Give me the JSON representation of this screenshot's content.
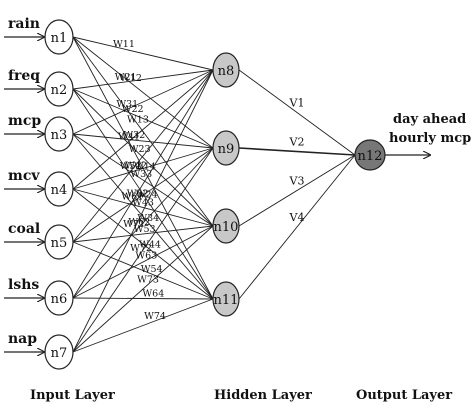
{
  "input_labels": [
    "rain",
    "freq",
    "mcp",
    "mcv",
    "coal",
    "lshs",
    "nap"
  ],
  "input_nodes": [
    "n1",
    "n2",
    "n3",
    "n4",
    "n5",
    "n6",
    "n7"
  ],
  "hidden_nodes": [
    "n8",
    "n9",
    "n10",
    "n11"
  ],
  "output_node": "n12",
  "output_label_lines": [
    "day ahead",
    "hourly mcp"
  ],
  "layers": {
    "input": "Input Layer",
    "hidden": "Hidden Layer",
    "output": "Output Layer"
  },
  "weights_input_hidden": [
    {
      "label": "W11",
      "from": 1,
      "to": 8
    },
    {
      "label": "W12",
      "from": 1,
      "to": 9
    },
    {
      "label": "W13",
      "from": 1,
      "to": 10
    },
    {
      "label": "W14",
      "from": 1,
      "to": 11
    },
    {
      "label": "W21",
      "from": 2,
      "to": 8
    },
    {
      "label": "W22",
      "from": 2,
      "to": 9
    },
    {
      "label": "W23",
      "from": 2,
      "to": 10
    },
    {
      "label": "W24",
      "from": 2,
      "to": 11
    },
    {
      "label": "W31",
      "from": 3,
      "to": 8
    },
    {
      "label": "W32",
      "from": 3,
      "to": 9
    },
    {
      "label": "W33",
      "from": 3,
      "to": 10
    },
    {
      "label": "W34",
      "from": 3,
      "to": 11
    },
    {
      "label": "W41",
      "from": 4,
      "to": 8
    },
    {
      "label": "W42",
      "from": 4,
      "to": 9
    },
    {
      "label": "W43",
      "from": 4,
      "to": 10
    },
    {
      "label": "W44",
      "from": 4,
      "to": 11
    },
    {
      "label": "W51",
      "from": 5,
      "to": 8
    },
    {
      "label": "W52",
      "from": 5,
      "to": 9
    },
    {
      "label": "W53",
      "from": 5,
      "to": 10
    },
    {
      "label": "W54",
      "from": 5,
      "to": 11
    },
    {
      "label": "W61",
      "from": 6,
      "to": 8
    },
    {
      "label": "W62",
      "from": 6,
      "to": 9
    },
    {
      "label": "W63",
      "from": 6,
      "to": 10
    },
    {
      "label": "W64",
      "from": 6,
      "to": 11
    },
    {
      "label": "W71",
      "from": 7,
      "to": 8
    },
    {
      "label": "W72",
      "from": 7,
      "to": 9
    },
    {
      "label": "W73",
      "from": 7,
      "to": 10
    },
    {
      "label": "W74",
      "from": 7,
      "to": 11
    }
  ],
  "weights_hidden_output": [
    {
      "label": "V1",
      "from": 8
    },
    {
      "label": "V2",
      "from": 9
    },
    {
      "label": "V3",
      "from": 10
    },
    {
      "label": "V4",
      "from": 11
    }
  ],
  "colors": {
    "input_fill": "#ffffff",
    "hidden_fill": "#c8c8c8",
    "output_fill": "#777777",
    "stroke": "#222222"
  }
}
